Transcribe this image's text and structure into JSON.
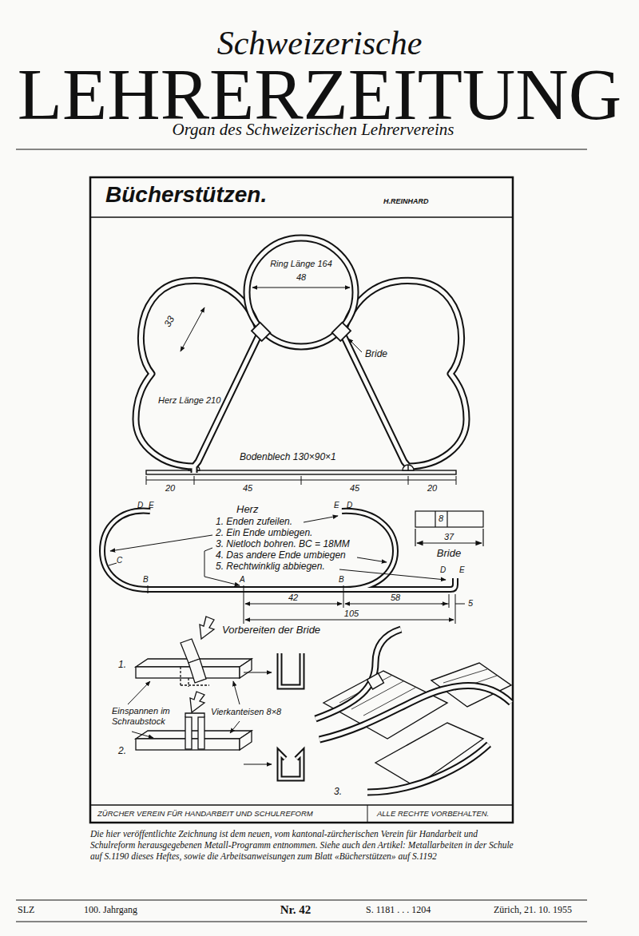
{
  "diagram": {
    "title": "Bücherstützen.",
    "caption": "Die hier veröffentlichte Zeichnung ist dem neuen, vom kantonal-zürcherischen Verein für Handarbeit und Schulreform herausgegebenen Metall-Programm entnommen. Siehe auch den Artikel: Metallarbeiten in der Schule auf S.1190 dieses Heftes, sowie die Arbeitsanweisungen zum Blatt «Bücherstützen» auf S.1192",
    "nodes": [
      {
        "text": [
          "Ring Länge 164",
          "48"
        ]
      },
      {
        "text": [
          "Herz Länge 210"
        ]
      }
    ],
    "labels": [
      "Schweizerische",
      "LEHRERZEITUNG",
      "Organ des Schweizerischen Lehrervereins",
      "H.REINHARD",
      "33",
      "Bride",
      "Bodenblech 130×90×1",
      "20",
      "45",
      "45",
      "20",
      "D",
      "E",
      "Herz",
      "1. Enden zufeilen.",
      "2. Ein Ende umbiegen.",
      "3. Nietloch bohren. BC = 18MM",
      "4. Das andere Ende umbiegen",
      "5. Rechtwinklig abbiegen.",
      "E",
      "D",
      "C",
      "B",
      "A",
      "B",
      "D",
      "E",
      "42",
      "58",
      "5",
      "105",
      "8",
      "37",
      "Bride",
      "Vorbereiten der Bride",
      "1.",
      "Einspannen im Schraubstock",
      "Vierkanteisen 8×8",
      "2.",
      "3.",
      "ZÜRCHER VEREIN FÜR HANDARBEIT UND SCHULREFORM",
      "ALLE RECHTE VORBEHALTEN.",
      "SLZ",
      "100. Jahrgang",
      "Nr. 42",
      "S. 1181 . . . 1204",
      "Zürich, 21. 10. 1955"
    ]
  }
}
